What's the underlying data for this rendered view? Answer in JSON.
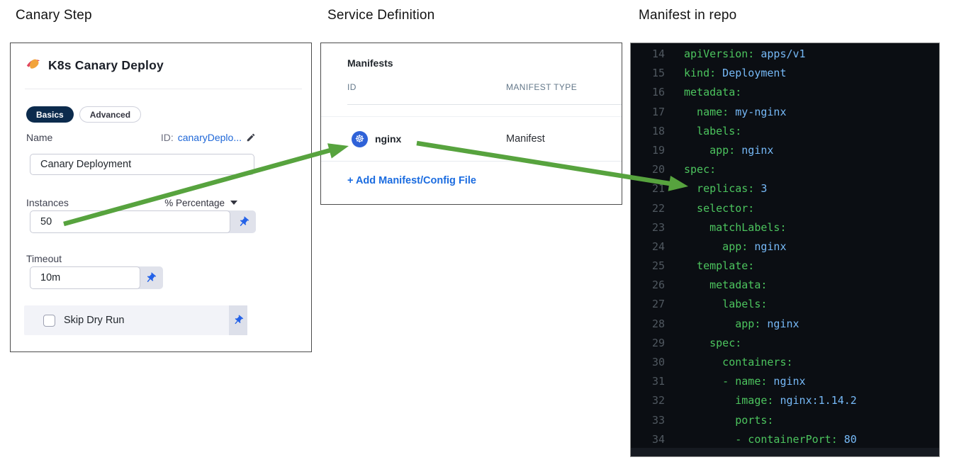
{
  "titles": {
    "canary_step": "Canary Step",
    "service_definition": "Service Definition",
    "manifest_in_repo": "Manifest in repo"
  },
  "canary_panel": {
    "header": "K8s Canary Deploy",
    "tabs": [
      {
        "label": "Basics",
        "active": true
      },
      {
        "label": "Advanced",
        "active": false
      }
    ],
    "name_label": "Name",
    "id_label": "ID:",
    "id_value": "canaryDeplo...",
    "name_value": "Canary Deployment",
    "instances_label": "Instances",
    "instances_unit": "% Percentage",
    "instances_value": "50",
    "timeout_label": "Timeout",
    "timeout_value": "10m",
    "skip_dry_run_label": "Skip Dry Run",
    "skip_dry_run_checked": false
  },
  "service_panel": {
    "heading": "Manifests",
    "columns": [
      "ID",
      "MANIFEST TYPE"
    ],
    "rows": [
      {
        "id": "nginx",
        "type": "Manifest",
        "icon": "kubernetes-icon"
      }
    ],
    "add_link": "+ Add Manifest/Config File"
  },
  "code_panel": {
    "language": "yaml",
    "lines": [
      {
        "n": 14,
        "ind": 0,
        "dash": false,
        "key": "apiVersion",
        "val": "apps/v1"
      },
      {
        "n": 15,
        "ind": 0,
        "dash": false,
        "key": "kind",
        "val": "Deployment"
      },
      {
        "n": 16,
        "ind": 0,
        "dash": false,
        "key": "metadata",
        "val": ""
      },
      {
        "n": 17,
        "ind": 1,
        "dash": false,
        "key": "name",
        "val": "my-nginx"
      },
      {
        "n": 18,
        "ind": 1,
        "dash": false,
        "key": "labels",
        "val": ""
      },
      {
        "n": 19,
        "ind": 2,
        "dash": false,
        "key": "app",
        "val": "nginx"
      },
      {
        "n": 20,
        "ind": 0,
        "dash": false,
        "key": "spec",
        "val": ""
      },
      {
        "n": 21,
        "ind": 1,
        "dash": false,
        "key": "replicas",
        "val": "3"
      },
      {
        "n": 22,
        "ind": 1,
        "dash": false,
        "key": "selector",
        "val": ""
      },
      {
        "n": 23,
        "ind": 2,
        "dash": false,
        "key": "matchLabels",
        "val": ""
      },
      {
        "n": 24,
        "ind": 3,
        "dash": false,
        "key": "app",
        "val": "nginx"
      },
      {
        "n": 25,
        "ind": 1,
        "dash": false,
        "key": "template",
        "val": ""
      },
      {
        "n": 26,
        "ind": 2,
        "dash": false,
        "key": "metadata",
        "val": ""
      },
      {
        "n": 27,
        "ind": 3,
        "dash": false,
        "key": "labels",
        "val": ""
      },
      {
        "n": 28,
        "ind": 4,
        "dash": false,
        "key": "app",
        "val": "nginx"
      },
      {
        "n": 29,
        "ind": 2,
        "dash": false,
        "key": "spec",
        "val": ""
      },
      {
        "n": 30,
        "ind": 3,
        "dash": false,
        "key": "containers",
        "val": ""
      },
      {
        "n": 31,
        "ind": 3,
        "dash": true,
        "key": "name",
        "val": "nginx"
      },
      {
        "n": 32,
        "ind": 4,
        "dash": false,
        "key": "image",
        "val": "nginx:1.14.2"
      },
      {
        "n": 33,
        "ind": 4,
        "dash": false,
        "key": "ports",
        "val": ""
      },
      {
        "n": 34,
        "ind": 4,
        "dash": true,
        "key": "containerPort",
        "val": "80"
      }
    ]
  },
  "icons": {
    "step_icon": "canary-icon",
    "manifest_icon": "kubernetes-icon",
    "pin_icon": "pushpin-icon",
    "edit_icon": "pencil-icon",
    "dropdown_icon": "chevron-down-icon"
  },
  "colors": {
    "arrow_green": "#57a33e",
    "active_tab_navy": "#0c2b4d",
    "link_blue": "#1b6ce0",
    "pin_blue": "#2462e8",
    "k8s_badge_blue": "#2f62d8",
    "code_background": "#0b0e13",
    "code_key_green": "#4cc45e",
    "code_value_blue": "#76b9f7",
    "code_line_number": "#505860"
  }
}
